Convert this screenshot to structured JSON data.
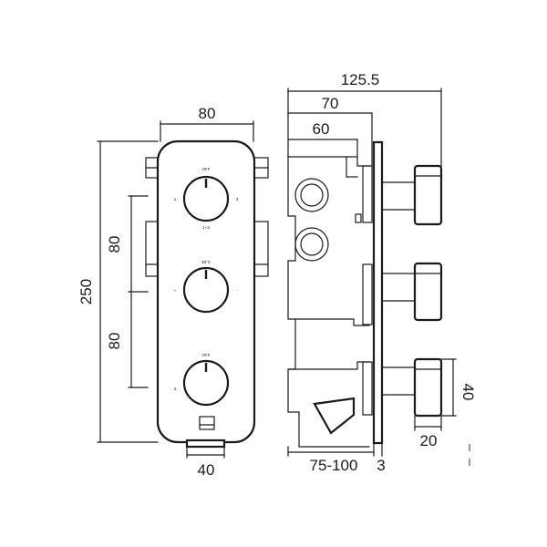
{
  "dimensions": {
    "front_width": "80",
    "front_height": "250",
    "upper_spacing": "80",
    "lower_spacing": "80",
    "base_width": "40",
    "total_depth": "125.5",
    "depth_70": "70",
    "depth_60": "60",
    "wall_depth": "75-100",
    "plate_thickness": "3",
    "handle_height": "40",
    "handle_length": "20"
  },
  "knob_labels": {
    "top": {
      "top": "OFF",
      "left": "1",
      "right": "3",
      "bottom": "1+3"
    },
    "middle": {
      "top": "38°C",
      "left": "+",
      "right": "-"
    },
    "bottom": {
      "top": "OFF",
      "left": "2"
    }
  }
}
